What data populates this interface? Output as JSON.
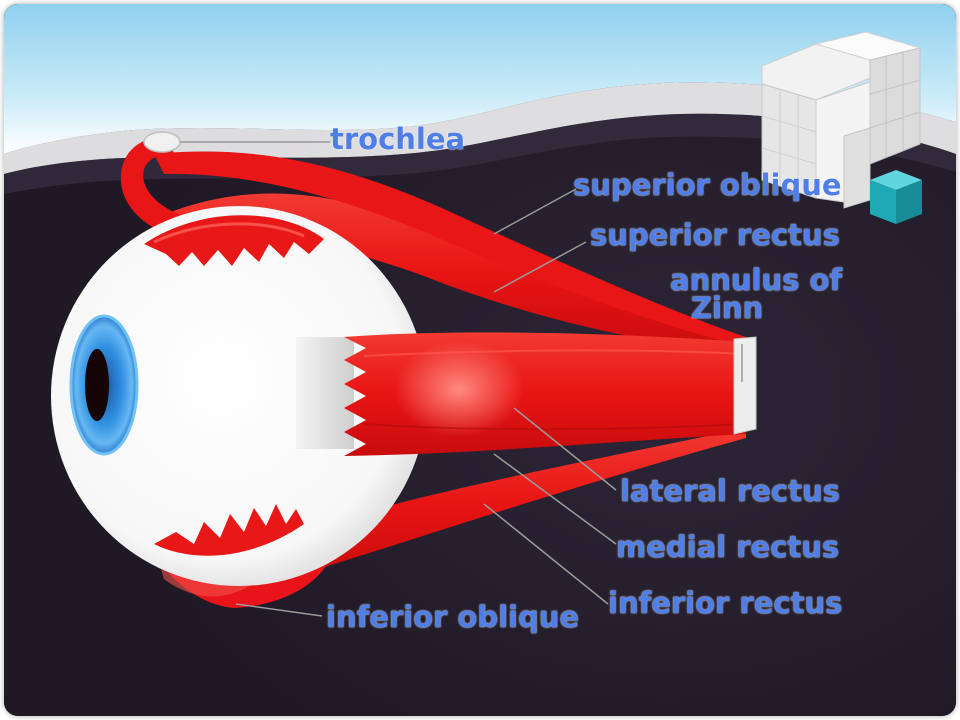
{
  "diagram": {
    "labels": {
      "trochlea": "trochlea",
      "superior_oblique": "superior oblique",
      "superior_rectus": "superior rectus",
      "annulus_line1": "annulus of",
      "annulus_line2": "Zinn",
      "lateral_rectus": "lateral rectus",
      "medial_rectus": "medial rectus",
      "inferior_rectus": "inferior rectus",
      "inferior_oblique": "inferior oblique"
    }
  },
  "colors": {
    "background": "#241d2c",
    "sky_top": "#8fd0ef",
    "muscle": "#ee1a1a",
    "eye_white": "#ffffff",
    "iris": "#2f8fe0",
    "label": "#4f7fe6",
    "cube": "#e8e8e8",
    "cube_accent": "#22b4c0"
  },
  "icons": [
    "cube-logo-icon"
  ]
}
